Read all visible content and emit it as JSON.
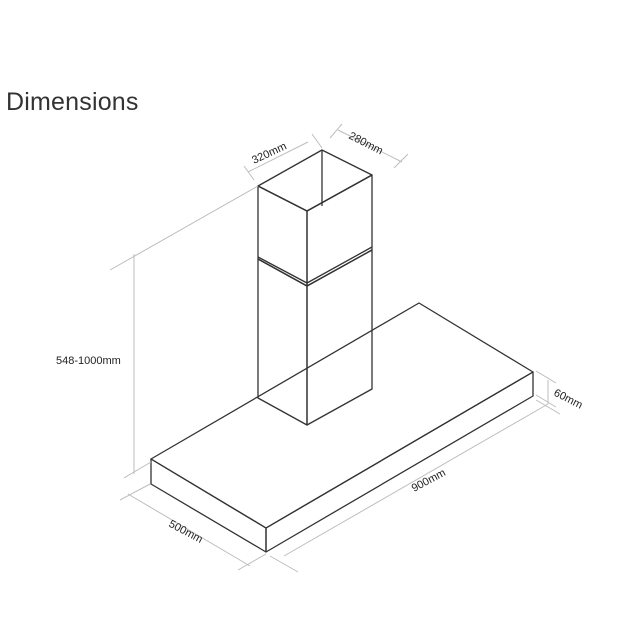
{
  "title": "Dimensions",
  "dimensions": {
    "chimney_width": "320mm",
    "chimney_depth": "280mm",
    "chimney_height": "548-1000mm",
    "canopy_thickness": "60mm",
    "canopy_width": "900mm",
    "canopy_depth": "500mm"
  },
  "colors": {
    "outline": "#333333",
    "dimension_line": "#bdbdbd",
    "text": "#222222"
  }
}
